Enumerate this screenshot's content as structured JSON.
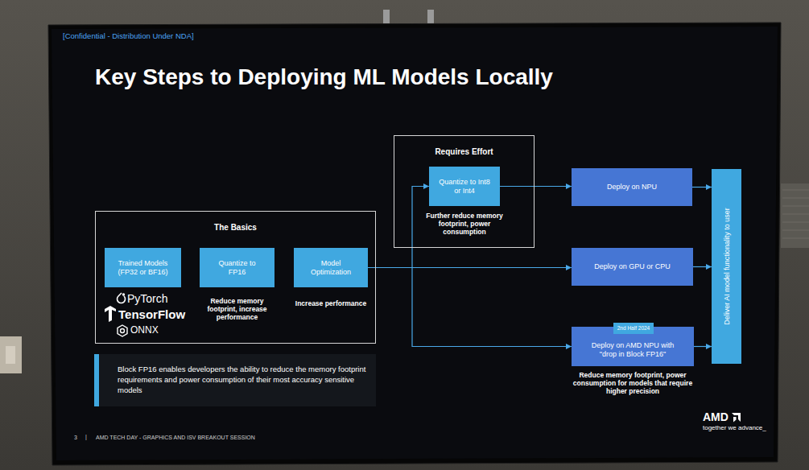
{
  "diagram": {
    "title": "Key Steps to Deploying ML Models Locally",
    "nodes": [
      {
        "text": [
          "Requires Effort"
        ]
      },
      {
        "text": [
          "Quantize to Int8 or Int4",
          "Further reduce memory footprint, power consumption"
        ],
        "in": 0
      },
      {
        "text": [
          "Deploy on NPU"
        ]
      },
      {
        "text": [
          "Deliver AI model functionality to user"
        ]
      },
      {
        "text": [
          "The Basics"
        ]
      },
      {
        "text": [
          "Trained Models (FP32 or BF16)"
        ],
        "in": 4
      },
      {
        "text": [
          "Quantize to FP16",
          "Reduce memory footprint, increase performance"
        ],
        "in": 4
      },
      {
        "text": [
          "Model Optimization",
          "Increase performance"
        ],
        "in": 4
      },
      {
        "text": [
          "Deploy on GPU or CPU"
        ]
      },
      {
        "text": [
          "Deploy on AMD NPU with \"drop in Block FP16\"",
          "Reduce memory footprint, power consumption for models that require higher precision"
        ]
      },
      {
        "text": [
          "2nd Half 2024"
        ],
        "in": 9
      },
      {
        "text": [
          "Block FP16 enables developers the ability to reduce the memory footprint requirements and power consumption of their most accuracy sensitive models"
        ]
      }
    ],
    "edges": [
      {
        "from": 7,
        "to": 1,
        "arrow": "to"
      },
      {
        "from": 7,
        "to": 8,
        "arrow": "to"
      },
      {
        "from": 7,
        "to": 9,
        "arrow": "to"
      },
      {
        "from": 1,
        "to": 2,
        "arrow": "to"
      },
      {
        "from": 2,
        "to": 3,
        "arrow": "to"
      },
      {
        "from": 8,
        "to": 3,
        "arrow": "to"
      },
      {
        "from": 9,
        "to": 3,
        "arrow": "to"
      }
    ],
    "labels": [
      "[Confidential - Distribution Under NDA]",
      "PyTorch",
      "TensorFlow",
      "ONNX",
      "3",
      "|",
      "AMD TECH DAY - GRAPHICS AND ISV BREAKOUT SESSION",
      "AMD",
      "together we advance_"
    ]
  }
}
